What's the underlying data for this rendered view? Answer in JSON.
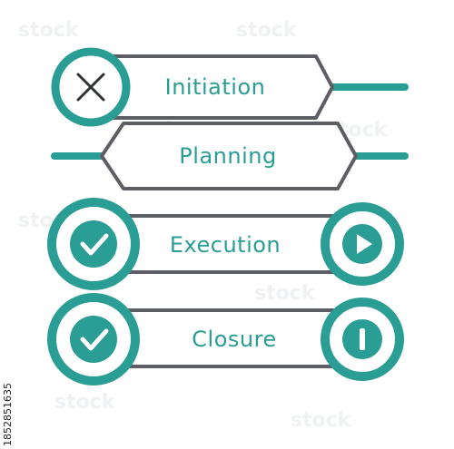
{
  "stages": [
    {
      "id": "initiation",
      "label": "Initiation",
      "left_icon": "x-icon",
      "right_icon": null
    },
    {
      "id": "planning",
      "label": "Planning",
      "left_icon": null,
      "right_icon": null
    },
    {
      "id": "execution",
      "label": "Execution",
      "left_icon": "check-icon",
      "right_icon": "play-icon"
    },
    {
      "id": "closure",
      "label": "Closure",
      "left_icon": "check-icon",
      "right_icon": "pause-icon"
    }
  ],
  "side_text": "1852851635",
  "watermark": "stock",
  "colors": {
    "teal": "#2a9d94",
    "outline": "#5c5e63",
    "background": "#ffffff"
  }
}
